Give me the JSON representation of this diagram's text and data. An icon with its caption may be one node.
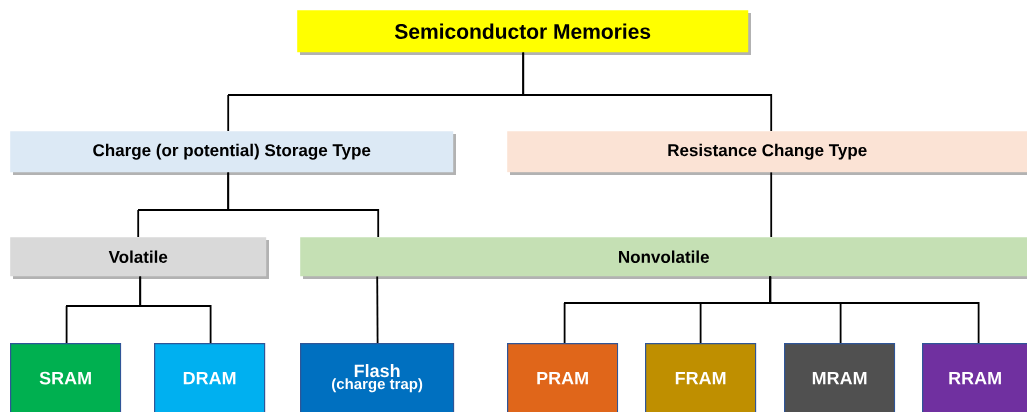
{
  "diagram": {
    "nodes": [
      {
        "text": [
          "Semiconductor Memories"
        ]
      },
      {
        "text": [
          "Charge (or potential) Storage Type"
        ]
      },
      {
        "text": [
          "Resistance Change Type"
        ]
      },
      {
        "text": [
          "Volatile"
        ]
      },
      {
        "text": [
          "Nonvolatile"
        ]
      },
      {
        "text": [
          "SRAM"
        ]
      },
      {
        "text": [
          "DRAM"
        ]
      },
      {
        "text": [
          "Flash",
          "(charge trap)"
        ]
      },
      {
        "text": [
          "PRAM"
        ]
      },
      {
        "text": [
          "FRAM"
        ]
      },
      {
        "text": [
          "MRAM"
        ]
      },
      {
        "text": [
          "RRAM"
        ]
      }
    ],
    "edges": [
      {
        "from": 0,
        "to": 1,
        "arrow": "none"
      },
      {
        "from": 0,
        "to": 2,
        "arrow": "none"
      },
      {
        "from": 1,
        "to": 3,
        "arrow": "none"
      },
      {
        "from": 1,
        "to": 4,
        "arrow": "none"
      },
      {
        "from": 2,
        "to": 4,
        "arrow": "none"
      },
      {
        "from": 3,
        "to": 5,
        "arrow": "none"
      },
      {
        "from": 3,
        "to": 6,
        "arrow": "none"
      },
      {
        "from": 4,
        "to": 7,
        "arrow": "none"
      },
      {
        "from": 4,
        "to": 8,
        "arrow": "none"
      },
      {
        "from": 4,
        "to": 9,
        "arrow": "none"
      },
      {
        "from": 4,
        "to": 10,
        "arrow": "none"
      },
      {
        "from": 4,
        "to": 11,
        "arrow": "none"
      }
    ]
  }
}
